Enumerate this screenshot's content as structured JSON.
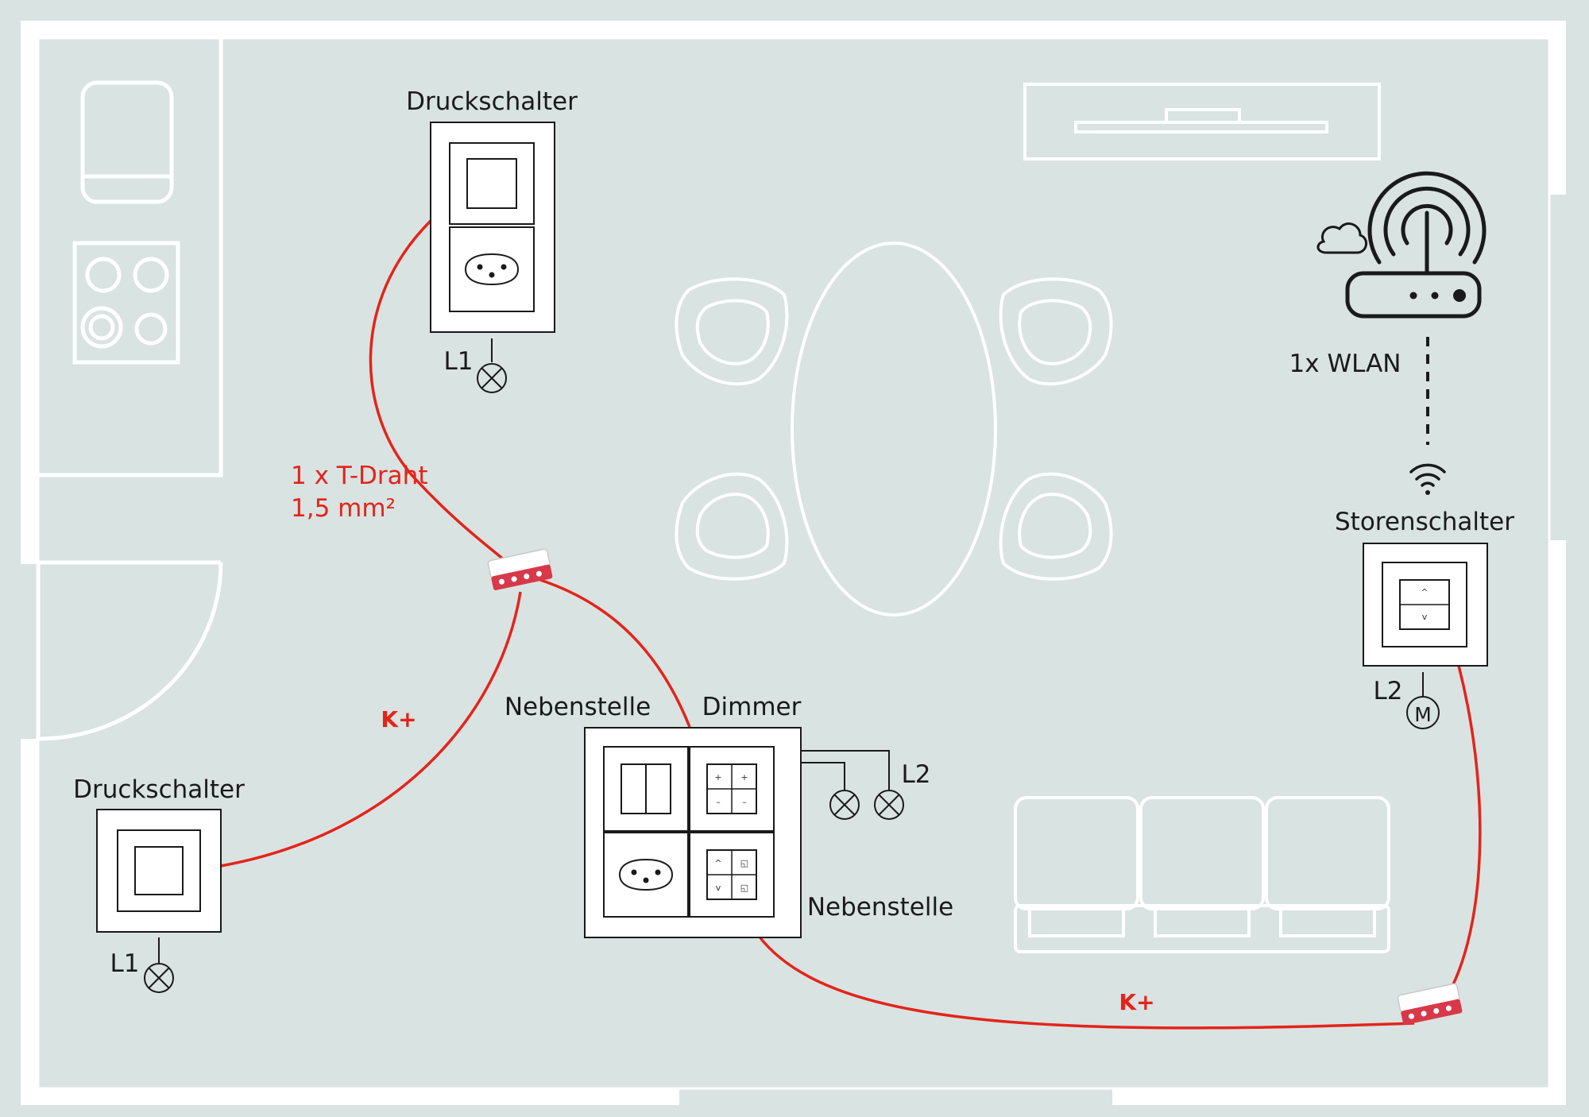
{
  "labels": {
    "druckschalter_top": "Druckschalter",
    "druckschalter_left": "Druckschalter",
    "storenschalter": "Storenschalter",
    "nebenstelle_top": "Nebenstelle",
    "dimmer": "Dimmer",
    "nebenstelle_bottom": "Nebenstelle",
    "wlan": "1x WLAN",
    "tdraht_line1": "1 x T-Draht",
    "tdraht_line2": "1,5 mm²",
    "kplus_left": "K+",
    "kplus_bottom": "K+",
    "l1_top": "L1",
    "l1_left": "L1",
    "l2_right": "L2",
    "l2_center": "L2",
    "motor": "M"
  },
  "colors": {
    "background": "#d9e3e1",
    "walls": "#ffffff",
    "wire": "#e3241b",
    "device_frame": "#1a1a1a",
    "connector_body": "#d8394a"
  },
  "icons": {
    "router": "router-icon",
    "signal": "broadcast-signal-icon",
    "cloud": "cloud-icon",
    "wifi": "wifi-icon",
    "lamp": "lamp-icon",
    "motor": "motor-icon",
    "connector": "wago-connector-icon"
  }
}
